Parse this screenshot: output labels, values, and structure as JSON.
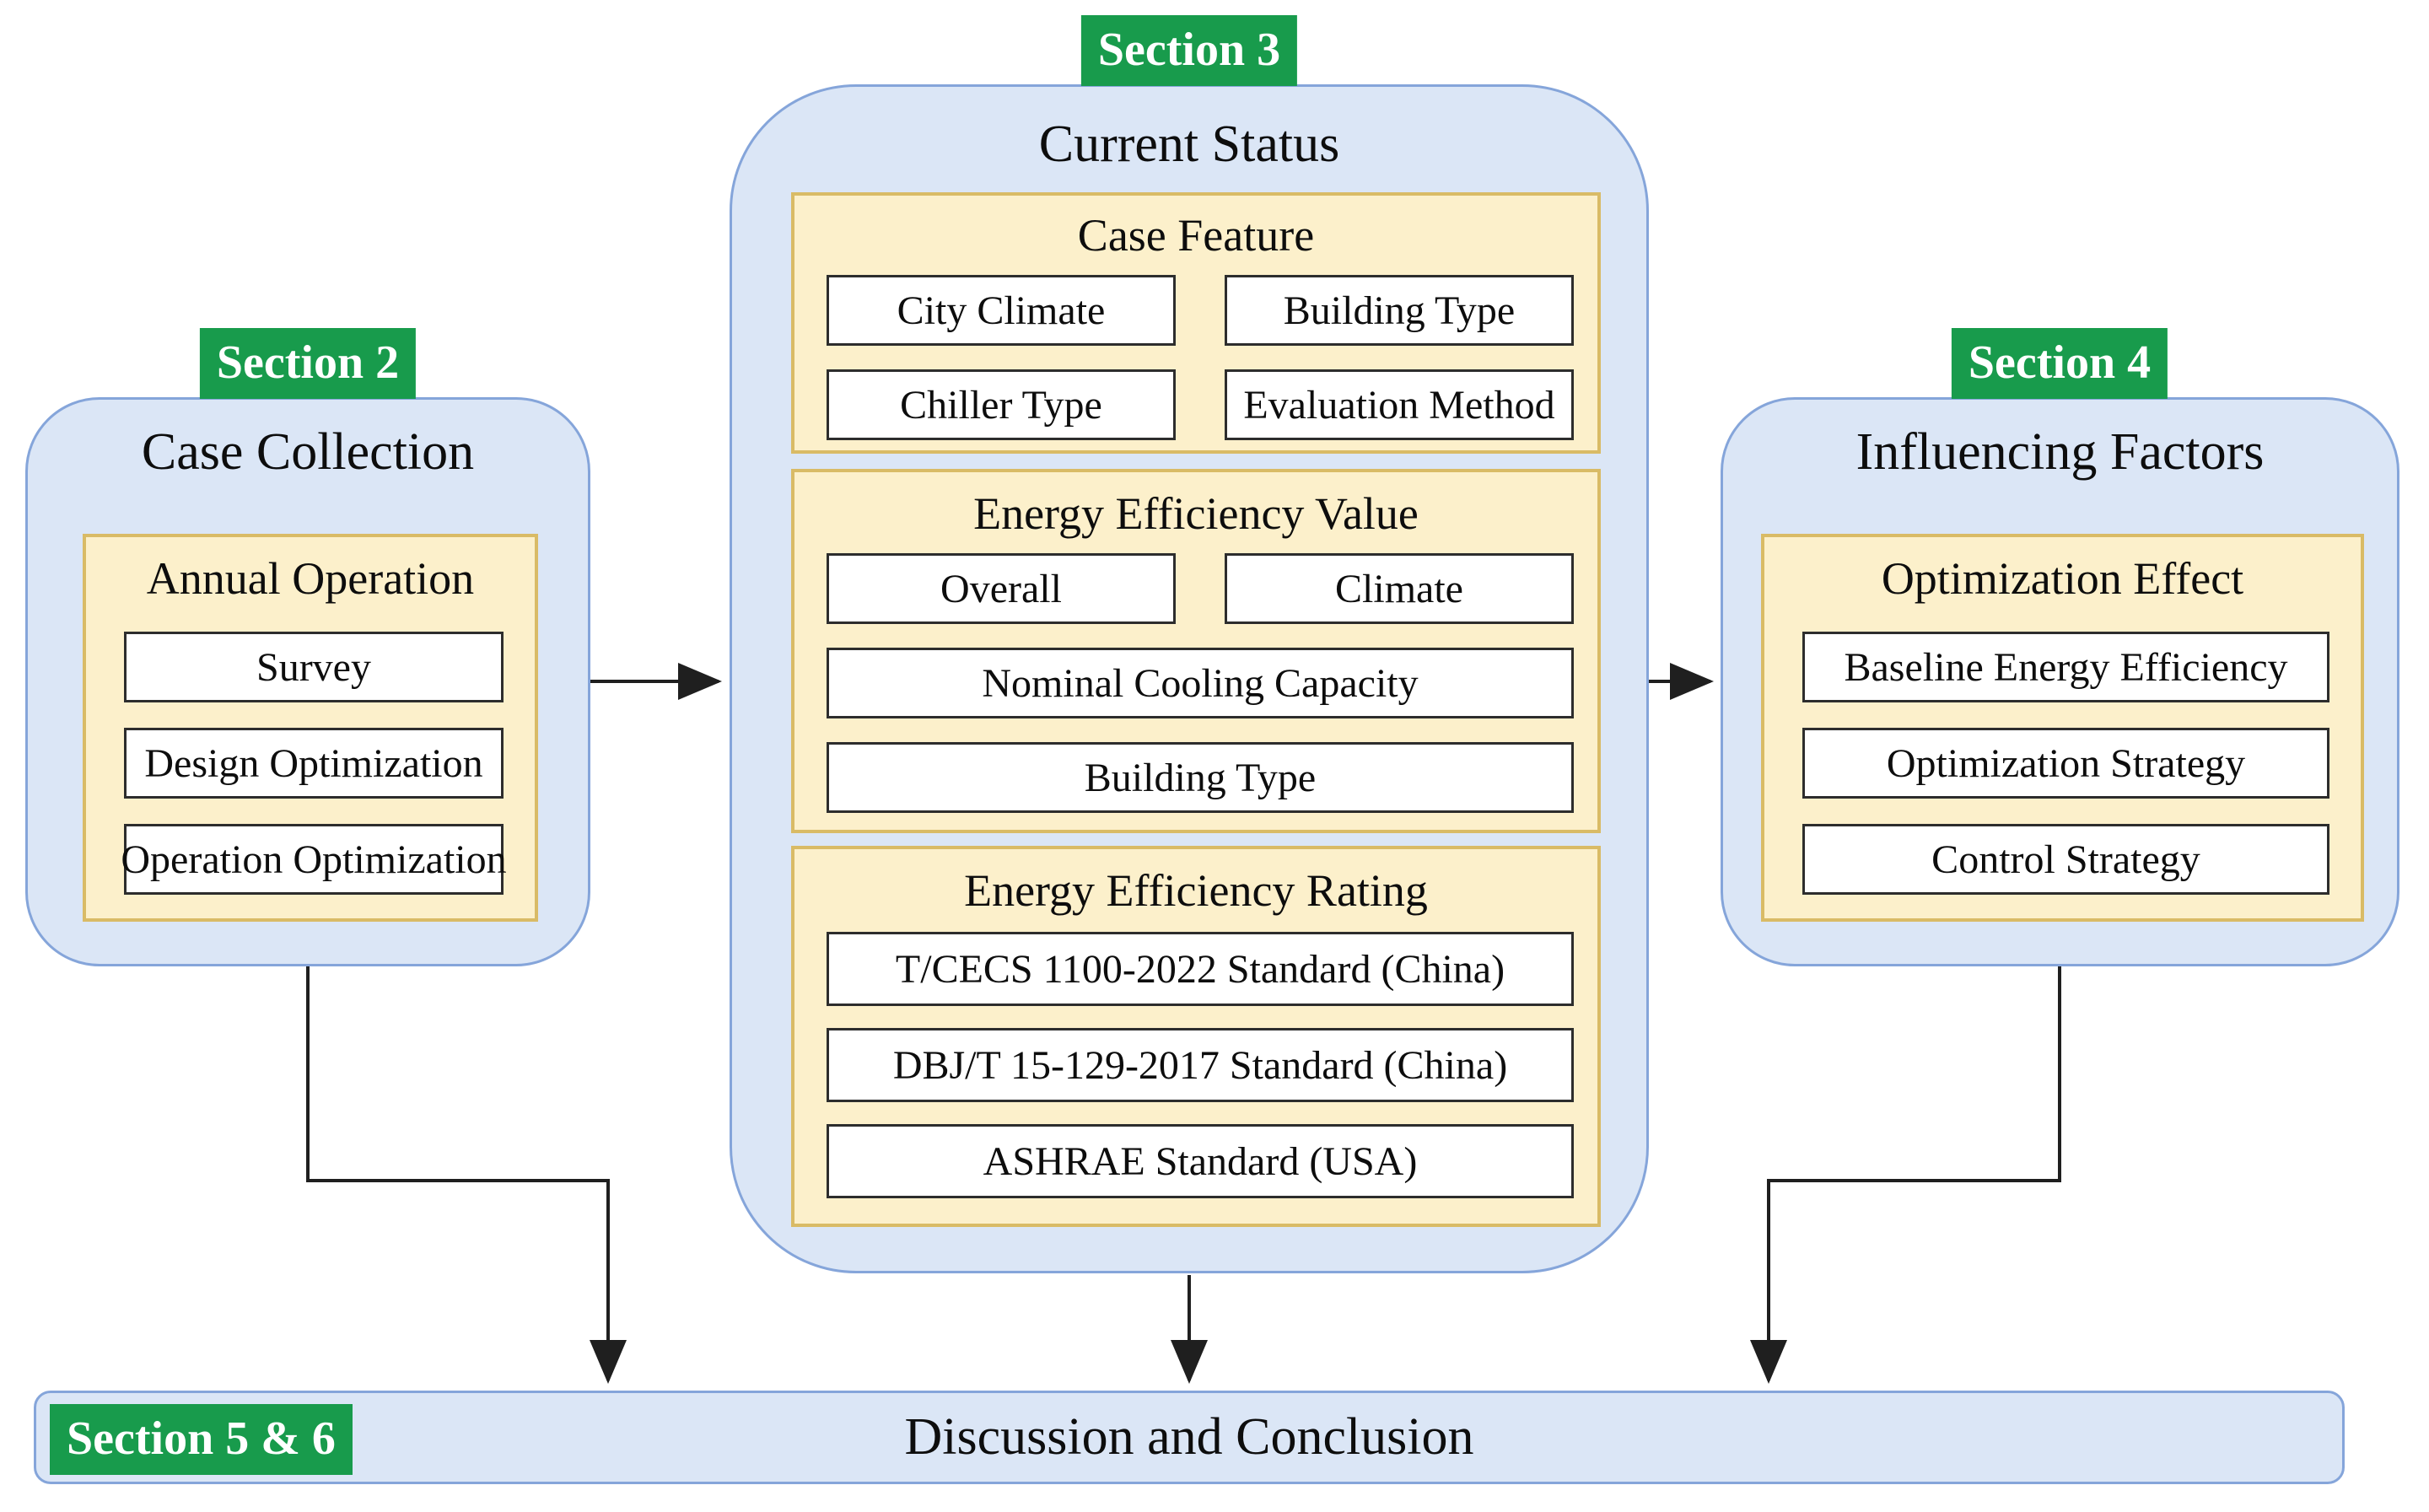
{
  "palette": {
    "section_badge_bg": "#189b4c",
    "section_badge_text": "#ffffff",
    "panel_fill": "#dbe6f6",
    "panel_border": "#85a5da",
    "group_fill": "#fcf0cb",
    "group_border": "#d9bb66",
    "item_fill": "#ffffff",
    "item_border": "#2d2d2d",
    "arrow": "#1f1f1f"
  },
  "sections": {
    "section2": {
      "label": "Section 2",
      "title": "Case Collection",
      "group": {
        "title": "Annual Operation",
        "items": [
          "Survey",
          "Design Optimization",
          "Operation Optimization"
        ]
      }
    },
    "section3": {
      "label": "Section 3",
      "title": "Current Status",
      "case_feature": {
        "title": "Case Feature",
        "items": [
          "City Climate",
          "Building Type",
          "Chiller Type",
          "Evaluation Method"
        ]
      },
      "energy_efficiency_value": {
        "title": "Energy Efficiency Value",
        "items": [
          "Overall",
          "Climate",
          "Nominal Cooling Capacity",
          "Building Type"
        ]
      },
      "energy_efficiency_rating": {
        "title": "Energy Efficiency Rating",
        "items": [
          "T/CECS 1100-2022 Standard (China)",
          "DBJ/T 15-129-2017 Standard (China)",
          "ASHRAE Standard (USA)"
        ]
      }
    },
    "section4": {
      "label": "Section 4",
      "title": "Influencing Factors",
      "group": {
        "title": "Optimization Effect",
        "items": [
          "Baseline Energy Efficiency",
          "Optimization Strategy",
          "Control Strategy"
        ]
      }
    },
    "section56": {
      "label": "Section 5 & 6",
      "title": "Discussion and Conclusion"
    }
  }
}
